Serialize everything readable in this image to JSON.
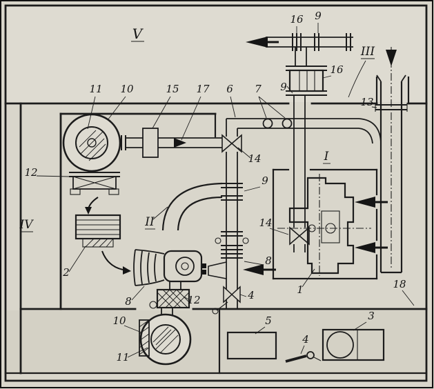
{
  "figure": {
    "kind": "scanned-technical-diagram",
    "subject": "Engine room piping and ventilation scheme with numbered callouts",
    "paper_color": "#d9d6cb",
    "ink_color": "#1c1c1c"
  },
  "rooms": {
    "v": "V",
    "iv": "IV",
    "iii": "III",
    "ii": "II",
    "i": "I"
  },
  "parts": {
    "n1": "1",
    "n2": "2",
    "n3": "3",
    "n4": "4",
    "n5": "5",
    "n6": "6",
    "n7": "7",
    "n8": "8",
    "n9": "9",
    "n10": "10",
    "n11": "11",
    "n12": "12",
    "n13": "13",
    "n14": "14",
    "n15": "15",
    "n16": "16",
    "n17": "17",
    "n18": "18"
  }
}
